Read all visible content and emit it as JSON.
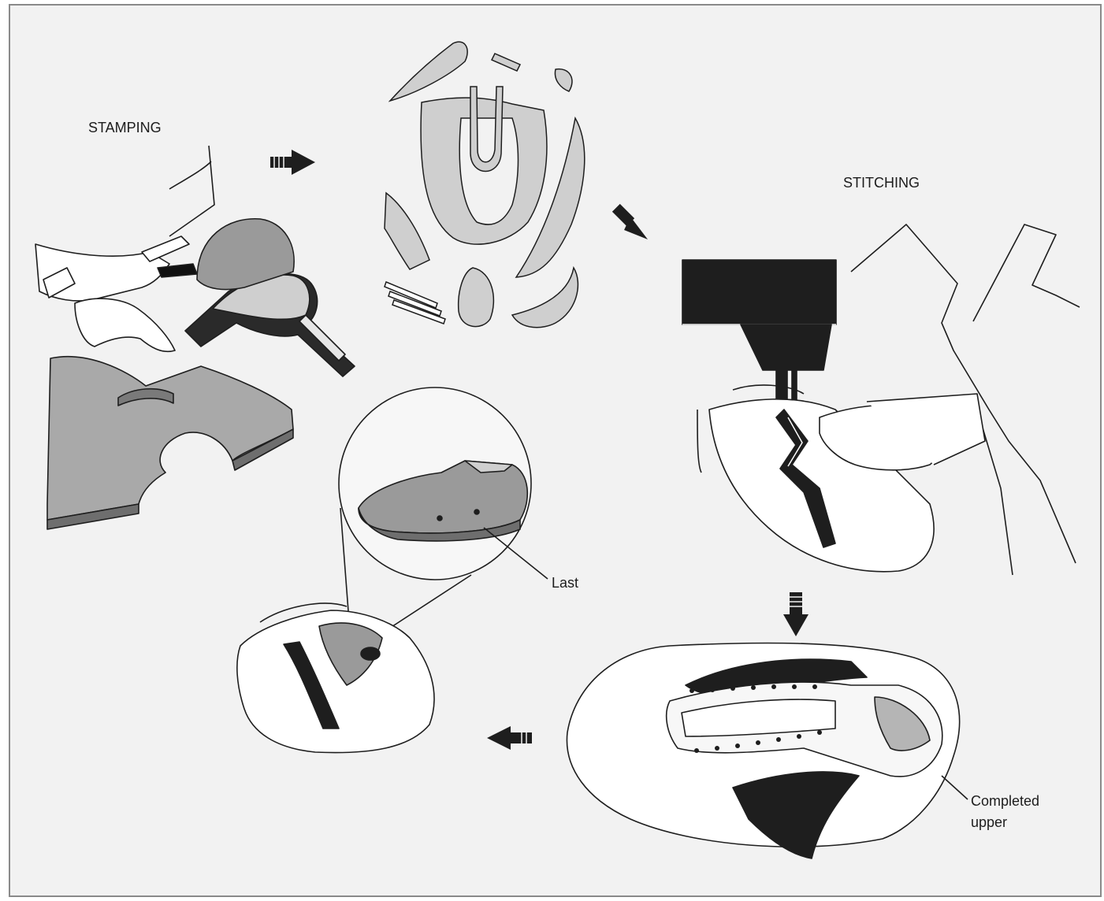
{
  "labels": {
    "stamping": "STAMPING",
    "stitching": "STITCHING",
    "last": "Last",
    "completed_upper_line1": "Completed",
    "completed_upper_line2": "upper"
  },
  "colors": {
    "background": "#f2f2f2",
    "frame": "#8a8a8a",
    "ink": "#1e1e1e",
    "gray_dark": "#9a9a9a",
    "gray_mid": "#b5b5b5",
    "gray_light": "#cfcfcf",
    "paper": "#fbfbfb"
  }
}
